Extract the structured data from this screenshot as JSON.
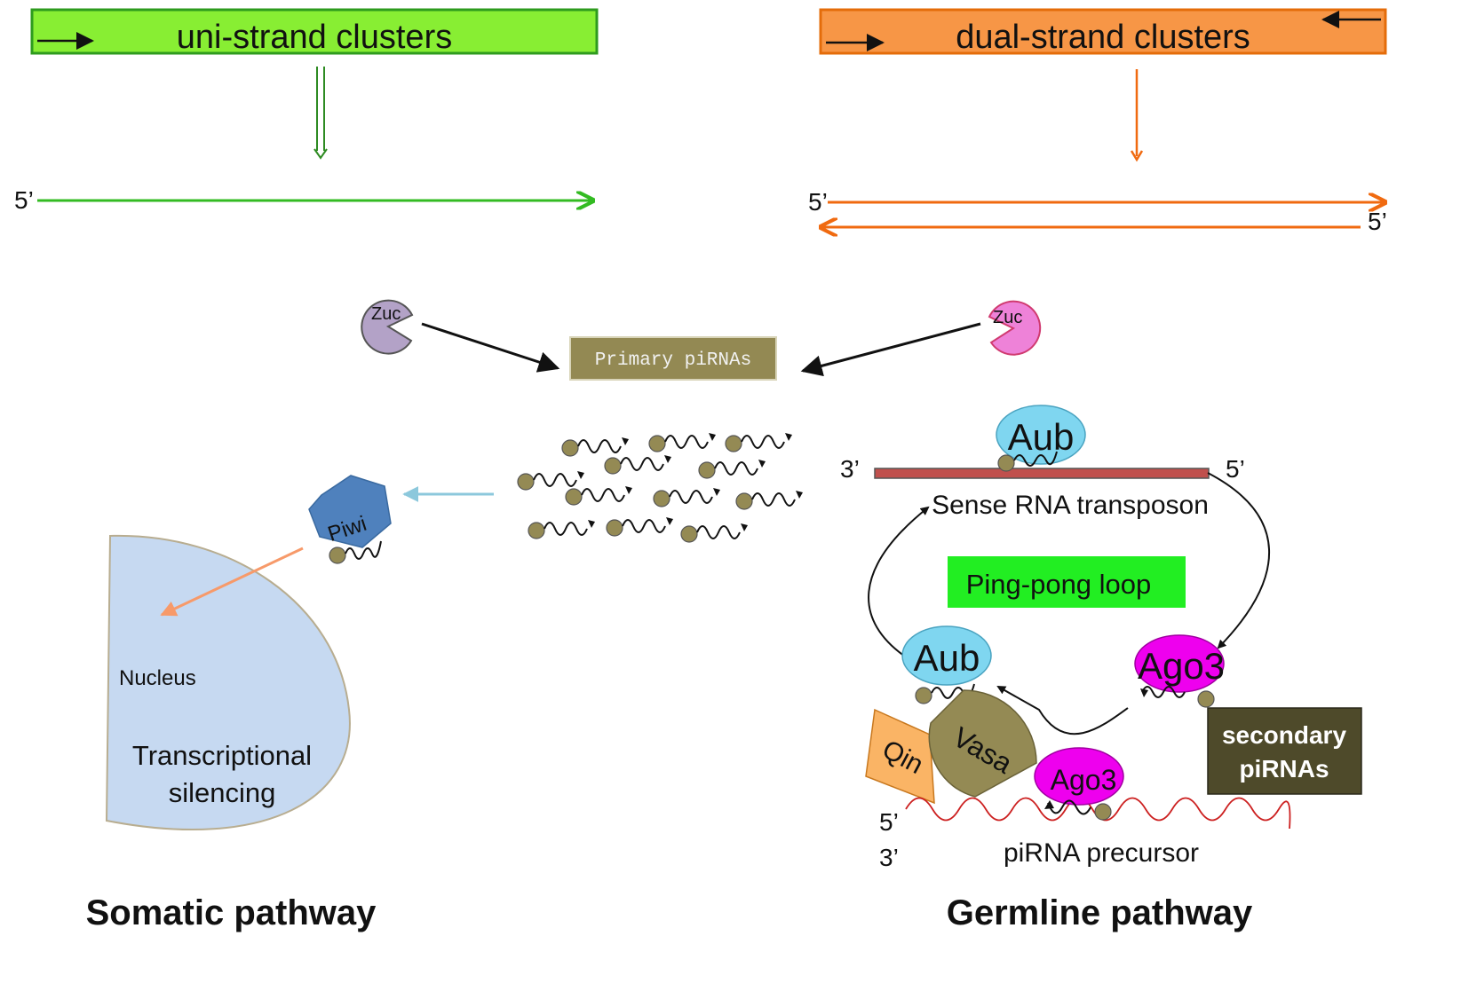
{
  "clusters": {
    "uni": {
      "label": "uni-strand clusters",
      "color": "#88ee33",
      "border": "#2e9b1e"
    },
    "dual": {
      "label": "dual-strand clusters",
      "color": "#f79646",
      "border": "#e46c0a"
    }
  },
  "strand_labels": {
    "five_prime": "5’",
    "three_prime": "3’"
  },
  "zuc_label": "Zuc",
  "primary_pirnas": "Primary piRNAs",
  "piwi_label": "Piwi",
  "nucleus": {
    "name": "Nucleus",
    "text_line1": "Transcriptional",
    "text_line2": "silencing"
  },
  "transposon_label": "Sense RNA transposon",
  "aub_label": "Aub",
  "ago3_label": "Ago3",
  "ping_pong_label": "Ping-pong loop",
  "qin_label": "Qin",
  "vasa_label": "Vasa",
  "secondary_line1": "secondary",
  "secondary_line2": "piRNAs",
  "precursor_label": "piRNA precursor",
  "somatic_label": "Somatic pathway",
  "germline_label": "Germline pathway",
  "colors": {
    "primary_box": "#938953",
    "bead": "#948a54",
    "piwi": "#4f81bd",
    "nucleus": "#c6d9f1",
    "aub": "#7fd6f0",
    "ago3": "#ee00ee",
    "ping_pong": "#22ee22",
    "secondary_box": "#4e4a2a",
    "vasa": "#948a54",
    "qin": "#fab465",
    "zuc_left": "#b3a2c7",
    "zuc_right": "#ee82d8",
    "transposon": "#c0504d"
  }
}
